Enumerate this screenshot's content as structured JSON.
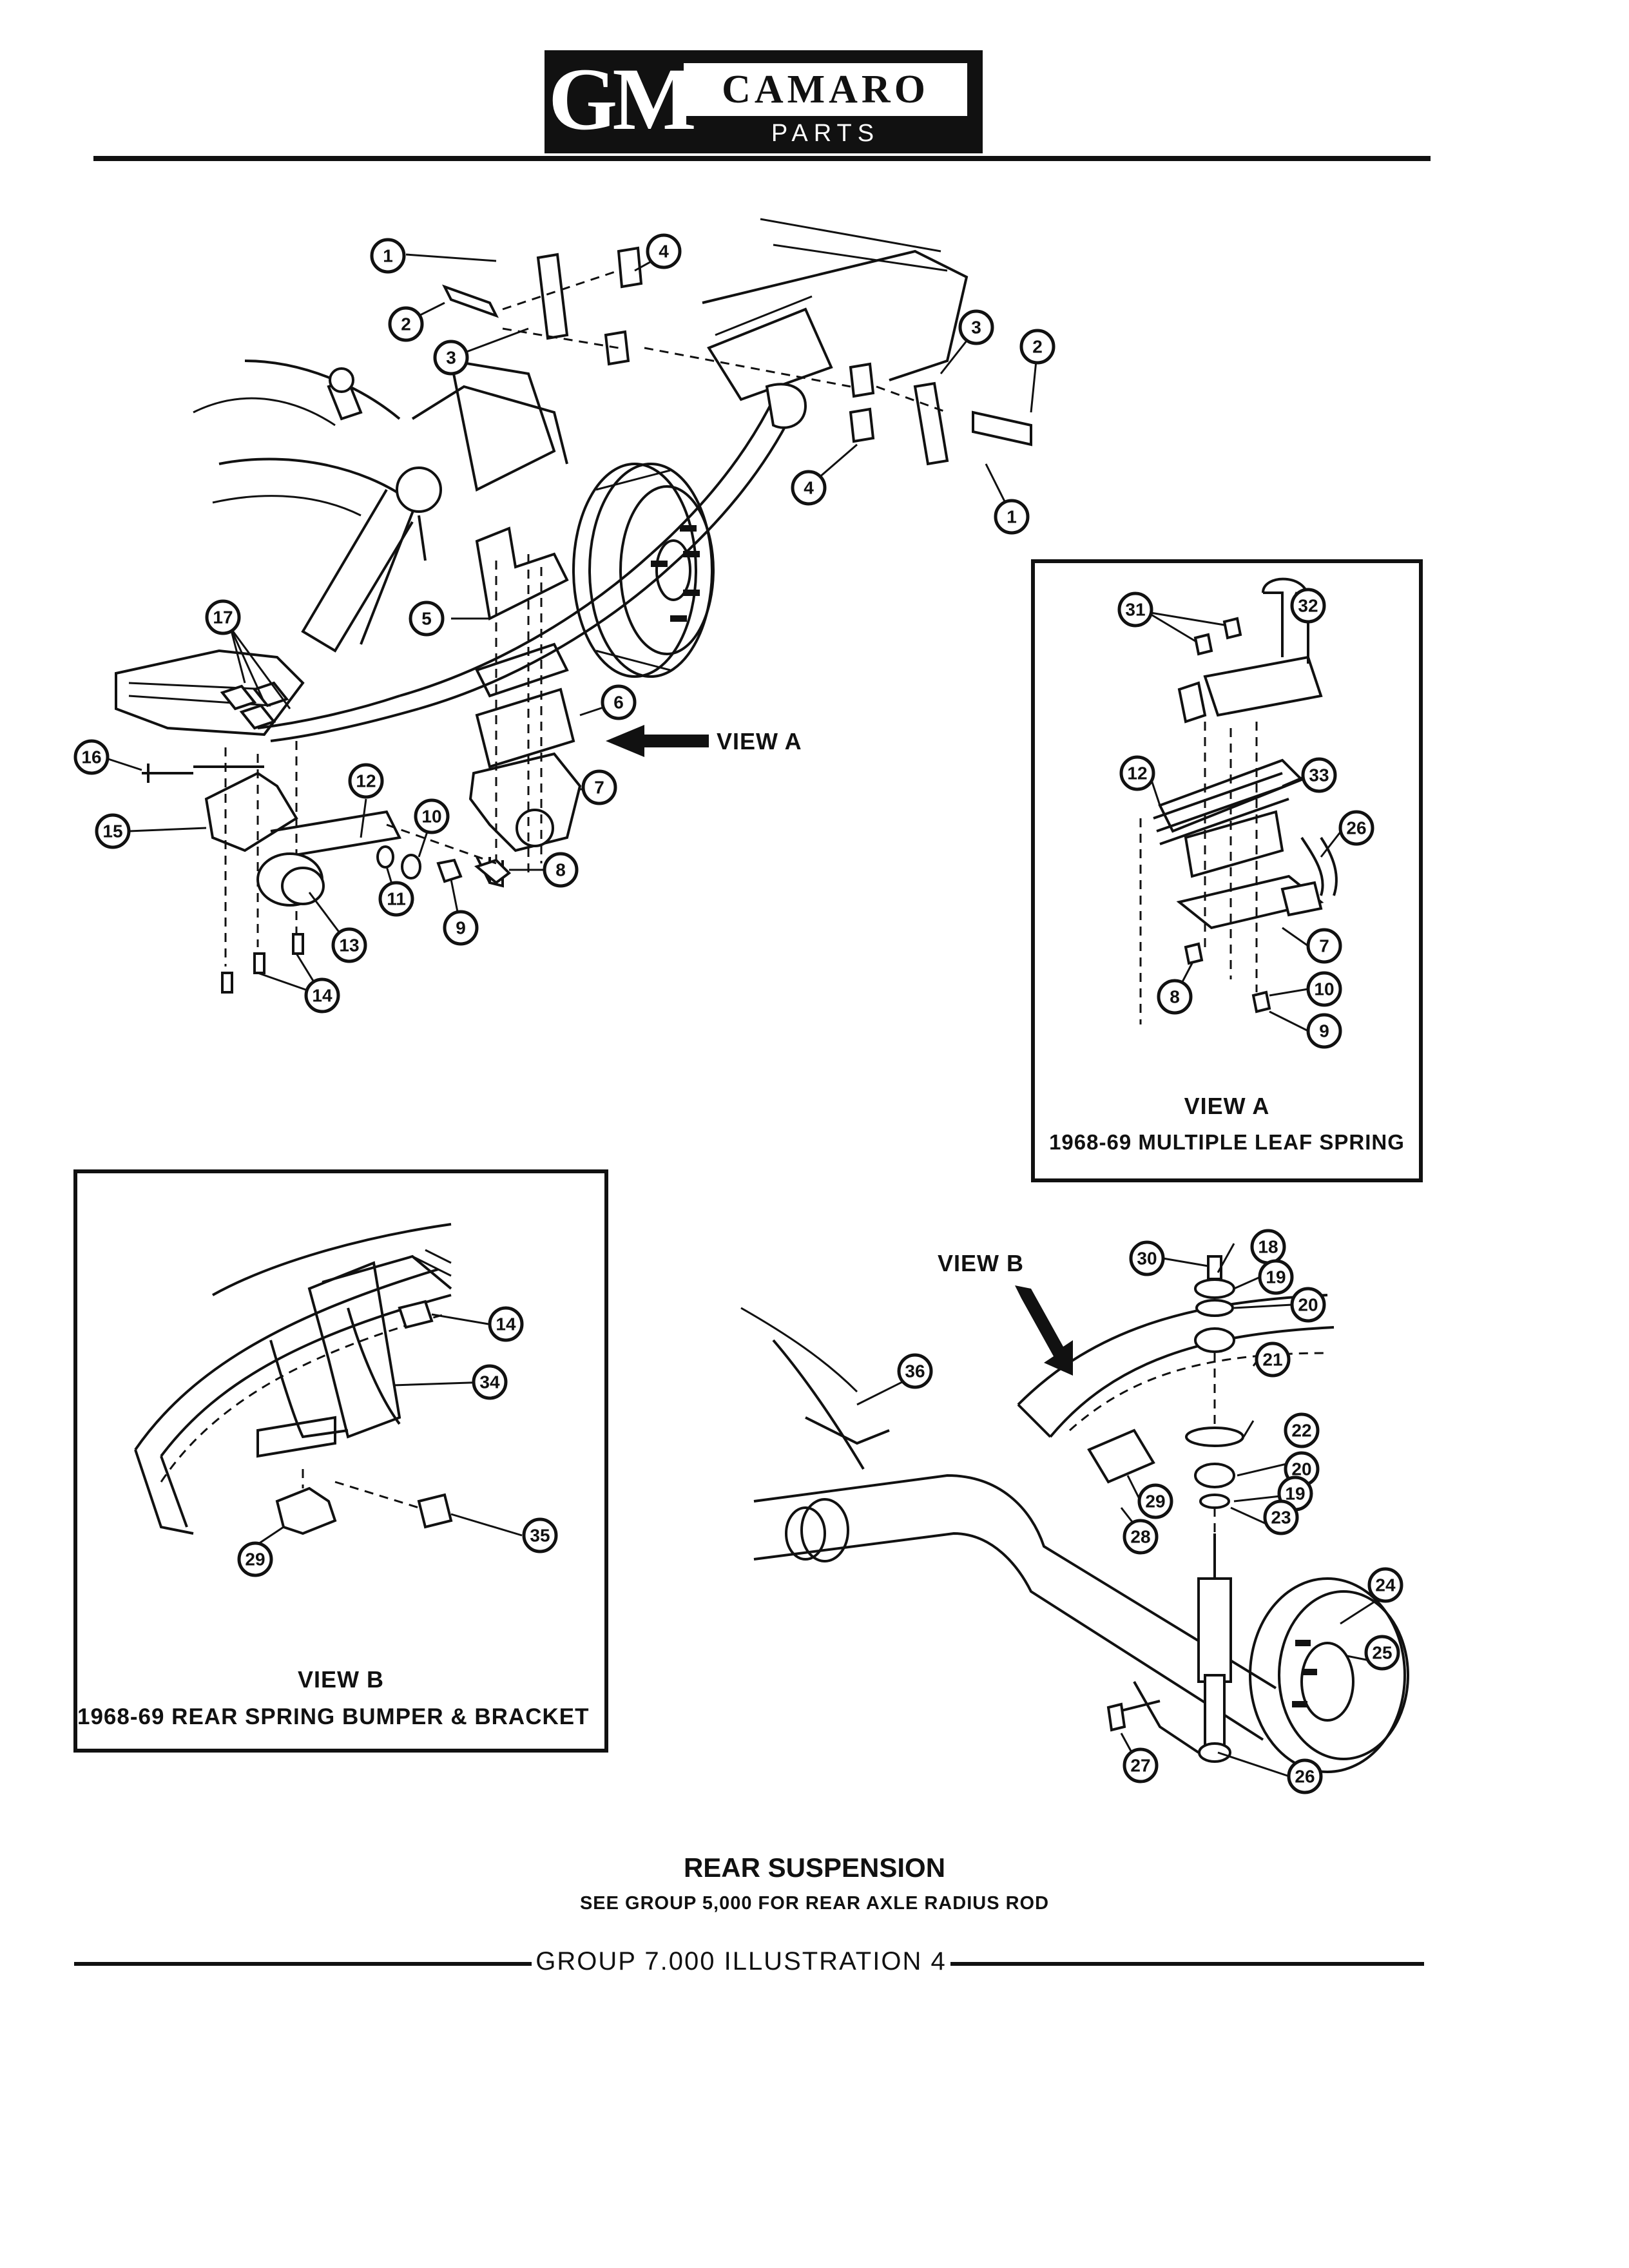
{
  "header": {
    "logo_gm": "GM",
    "logo_title": "CAMARO",
    "logo_subtitle": "PARTS CATALOGUE"
  },
  "view_a": {
    "pointer_label": "VIEW A",
    "title": "VIEW A",
    "subtitle": "1968-69 MULTIPLE LEAF SPRING"
  },
  "view_b": {
    "pointer_label": "VIEW B",
    "title": "VIEW B",
    "subtitle": "1968-69 REAR SPRING BUMPER & BRACKET"
  },
  "callouts": {
    "main": [
      "1",
      "2",
      "3",
      "4",
      "3",
      "2",
      "4",
      "1",
      "17",
      "5",
      "6",
      "7",
      "16",
      "15",
      "12",
      "10",
      "11",
      "9",
      "8",
      "13",
      "14"
    ],
    "view_a": [
      "31",
      "32",
      "12",
      "33",
      "26",
      "7",
      "8",
      "10",
      "9"
    ],
    "view_b_inset": [
      "14",
      "34",
      "35",
      "29"
    ],
    "shock": [
      "30",
      "18",
      "19",
      "20",
      "21",
      "36",
      "22",
      "20",
      "19",
      "23",
      "29",
      "28",
      "24",
      "25",
      "27",
      "26"
    ]
  },
  "caption": {
    "title": "REAR SUSPENSION",
    "subtitle": "SEE GROUP 5,000 FOR REAR AXLE RADIUS ROD"
  },
  "footer": {
    "text": "GROUP 7.000 ILLUSTRATION 4"
  }
}
